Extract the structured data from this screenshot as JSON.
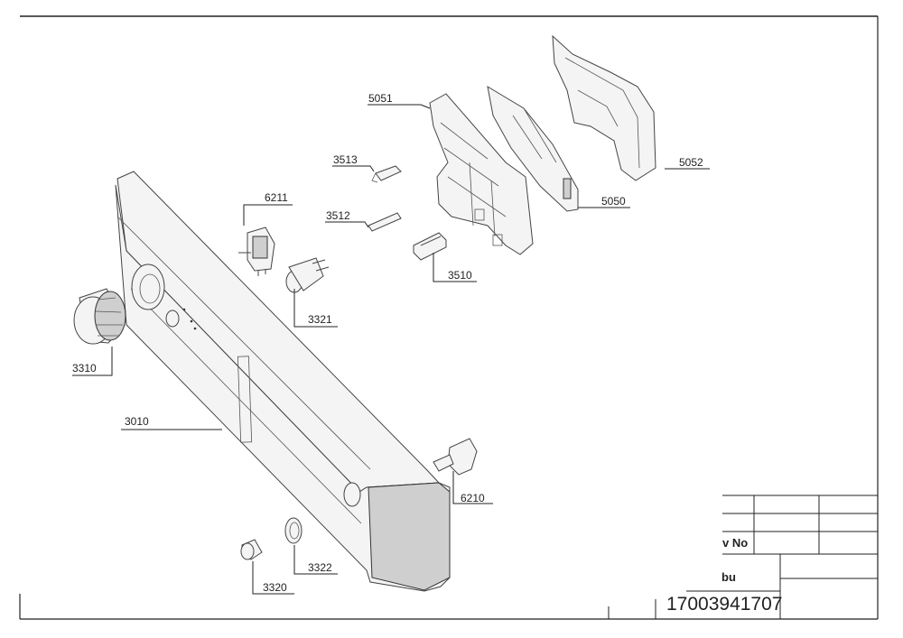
{
  "callouts": [
    {
      "id": "5051",
      "label": "5051"
    },
    {
      "id": "5052",
      "label": "5052"
    },
    {
      "id": "5050",
      "label": "5050"
    },
    {
      "id": "3513",
      "label": "3513"
    },
    {
      "id": "3512",
      "label": "3512"
    },
    {
      "id": "6211",
      "label": "6211"
    },
    {
      "id": "3510",
      "label": "3510"
    },
    {
      "id": "3321",
      "label": "3321"
    },
    {
      "id": "3310",
      "label": "3310"
    },
    {
      "id": "3010",
      "label": "3010"
    },
    {
      "id": "6210",
      "label": "6210"
    },
    {
      "id": "3322",
      "label": "3322"
    },
    {
      "id": "3320",
      "label": "3320"
    }
  ],
  "title_block": {
    "rev_label": "v No",
    "name_fragment": "bu",
    "drawing_number": "17003941707"
  }
}
